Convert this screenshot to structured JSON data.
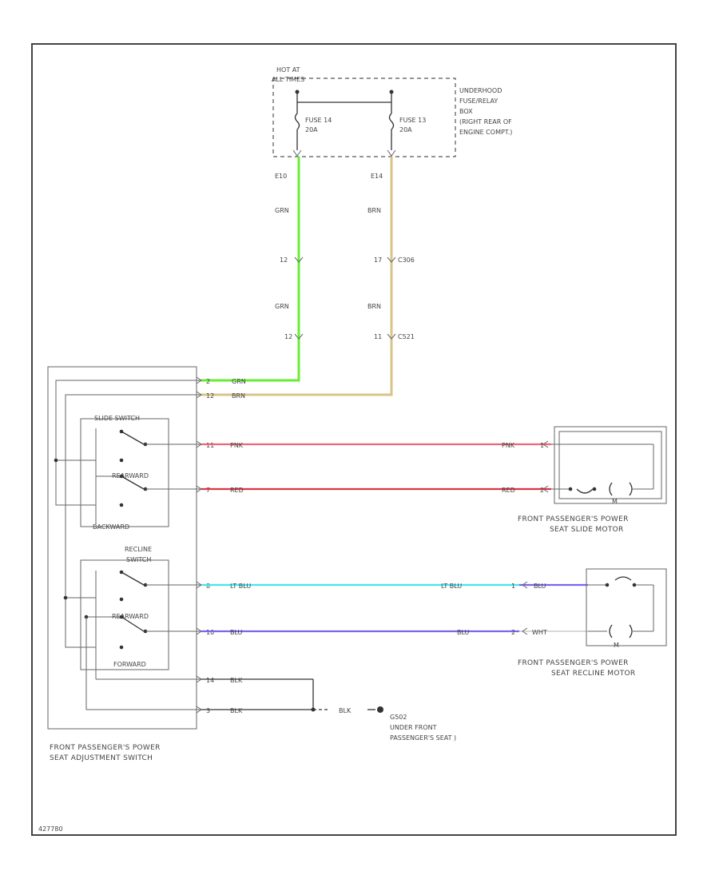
{
  "colors": {
    "grn": "#66ee33",
    "brn": "#d8c48a",
    "pnk": "#ee6677",
    "red": "#e03344",
    "ltblu": "#44e8ee",
    "blu": "#7a66ee",
    "blk": "#333333"
  },
  "fusebox": {
    "hot_at": "HOT AT",
    "all_times": "ALL TIMES",
    "name_lines": [
      "UNDERHOOD",
      "FUSE/RELAY",
      "BOX",
      "(RIGHT REAR OF",
      "ENGINE COMPT.)"
    ],
    "fuse_left_name": "FUSE 14",
    "fuse_left_amp": "20A",
    "fuse_right_name": "FUSE 13",
    "fuse_right_amp": "20A"
  },
  "wires": {
    "left_term": "E10",
    "right_term": "E14",
    "grn": "GRN",
    "brn": "BRN",
    "left_conn1_pin": "12",
    "right_conn1_pin": "17",
    "right_conn1_name": "C306",
    "left_conn2_pin": "12",
    "right_conn2_pin": "11",
    "right_conn2_name": "C521",
    "pnk": "PNK",
    "red": "RED",
    "ltblu": "LT BLU",
    "blu": "BLU",
    "blk": "BLK",
    "wht": "WHT"
  },
  "pins": {
    "p1": "2",
    "p2": "12",
    "p3": "11",
    "p4": "7",
    "p5": "8",
    "p6": "10",
    "p7": "14",
    "p8": "3",
    "motor1_a": "1",
    "motor1_b": "2",
    "motor2_a": "1",
    "motor2_b": "2"
  },
  "switch": {
    "slide_label": "SLIDE SWITCH",
    "backward_1": "REARWARD",
    "backward_bottom": "BACKWARD",
    "recline_label_1": "RECLINE",
    "recline_label_2": "SWITCH",
    "backward_2": "REARWARD",
    "forward": "FORWARD",
    "caption_1": "FRONT PASSENGER'S POWER",
    "caption_2": "SEAT ADJUSTMENT SWITCH"
  },
  "slide_motor": {
    "m": "M",
    "caption_1": "FRONT PASSENGER'S POWER",
    "caption_2": "SEAT SLIDE MOTOR"
  },
  "recline_motor": {
    "m": "M",
    "caption_1": "FRONT PASSENGER'S POWER",
    "caption_2": "SEAT RECLINE MOTOR"
  },
  "ground": {
    "name": "G502",
    "loc_1": "UNDER FRONT",
    "loc_2": "PASSENGER'S SEAT )"
  },
  "footer": "427780"
}
